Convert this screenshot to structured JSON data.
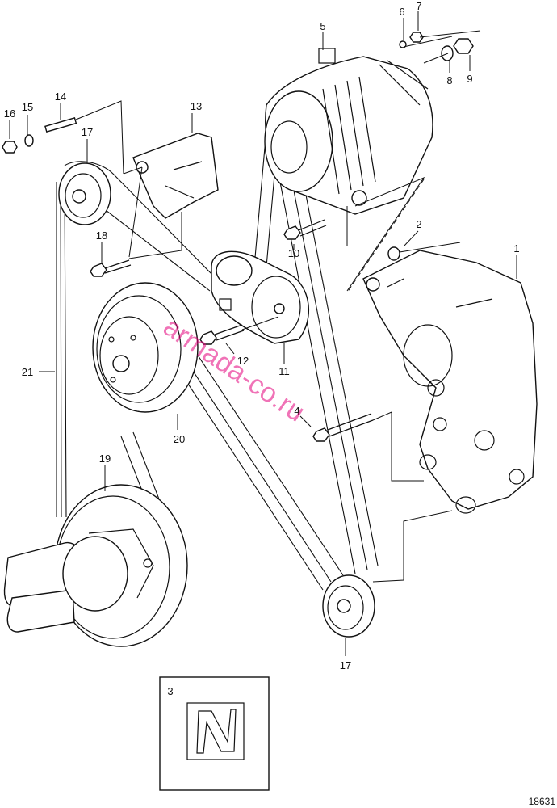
{
  "labels": {
    "p1": "1",
    "p2": "2",
    "p3": "3",
    "p4": "4",
    "p5": "5",
    "p6": "6",
    "p7": "7",
    "p8": "8",
    "p9": "9",
    "p10": "10",
    "p11": "11",
    "p12": "12",
    "p13": "13",
    "p14": "14",
    "p15": "15",
    "p16": "16",
    "p17a": "17",
    "p17b": "17",
    "p18": "18",
    "p19": "19",
    "p20": "20",
    "p21": "21"
  },
  "figure_number": "18631",
  "watermark": "armada-co.ru"
}
